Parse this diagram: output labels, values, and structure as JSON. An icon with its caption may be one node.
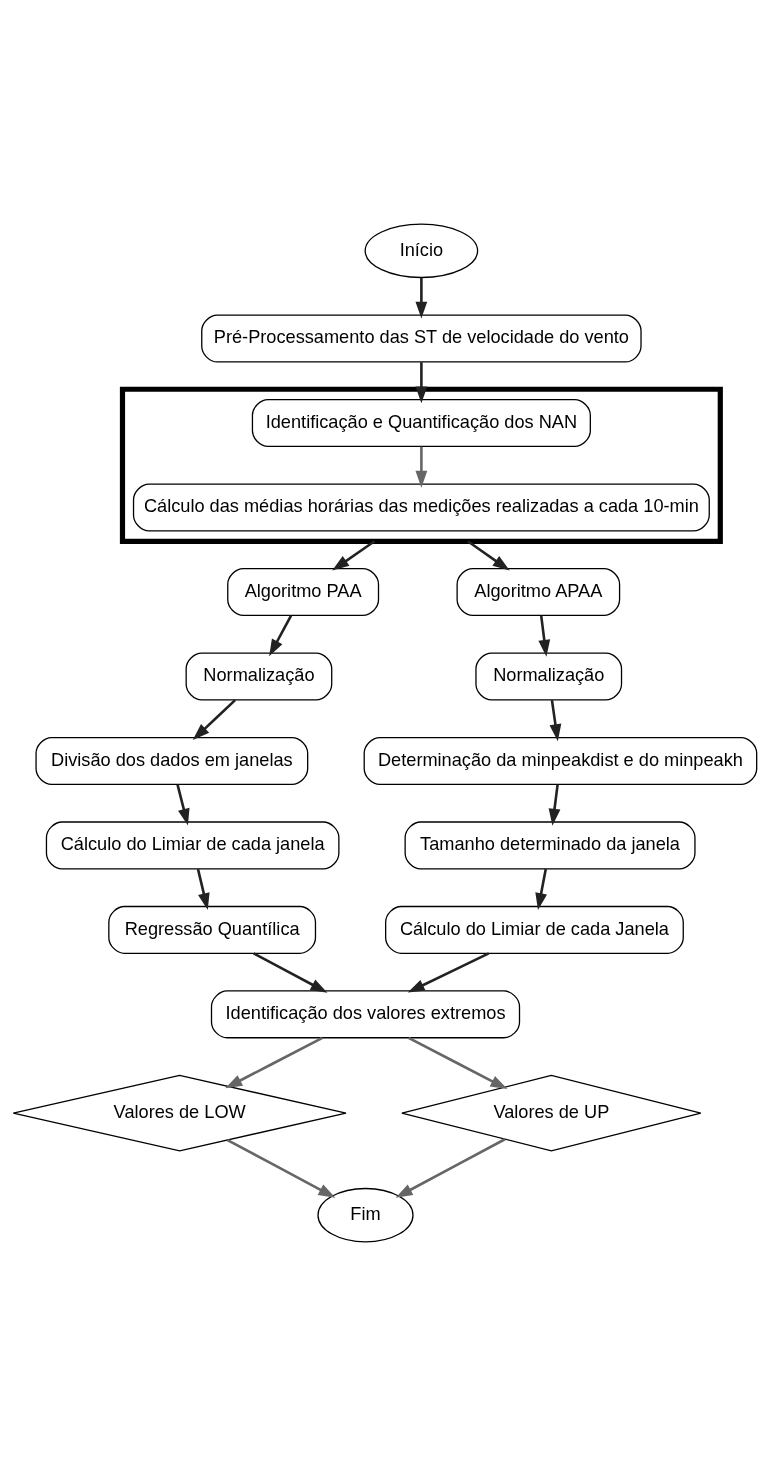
{
  "diagram": {
    "nodes": [
      {
        "text": [
          "Início"
        ]
      },
      {
        "text": [
          "Pré-Processamento das ST de velocidade do vento"
        ]
      },
      {
        "text": [],
        "shape": "box"
      },
      {
        "text": [
          "Identificação e Quantificação dos NAN"
        ],
        "in": 2
      },
      {
        "text": [
          "Cálculo das médias horárias das medições realizadas a cada 10-min"
        ],
        "in": 2
      },
      {
        "text": [
          "Algoritmo PAA"
        ]
      },
      {
        "text": [
          "Algoritmo APAA"
        ]
      },
      {
        "text": [
          "Normalização"
        ]
      },
      {
        "text": [
          "Normalização"
        ]
      },
      {
        "text": [
          "Divisão dos dados em janelas"
        ]
      },
      {
        "text": [
          "Determinação da minpeakdist e do minpeakh"
        ]
      },
      {
        "text": [
          "Cálculo do Limiar de cada janela"
        ]
      },
      {
        "text": [
          "Tamanho determinado da janela"
        ]
      },
      {
        "text": [
          "Regressão Quantílica"
        ]
      },
      {
        "text": [
          "Cálculo do Limiar de cada Janela"
        ]
      },
      {
        "text": [
          "Identificação dos valores extremos"
        ]
      },
      {
        "text": [
          "Valores de LOW"
        ]
      },
      {
        "text": [
          "Valores de UP"
        ]
      },
      {
        "text": [
          "Fim"
        ]
      }
    ],
    "edges": [
      {
        "from": 0,
        "to": 1,
        "arrow": "to"
      },
      {
        "from": 1,
        "to": 3,
        "arrow": "to"
      },
      {
        "from": 3,
        "to": 4,
        "arrow": "to",
        "color": "#666666"
      },
      {
        "from": 2,
        "to": 5,
        "arrow": "to"
      },
      {
        "from": 2,
        "to": 6,
        "arrow": "to"
      },
      {
        "from": 5,
        "to": 7,
        "arrow": "to"
      },
      {
        "from": 6,
        "to": 8,
        "arrow": "to"
      },
      {
        "from": 7,
        "to": 9,
        "arrow": "to"
      },
      {
        "from": 8,
        "to": 10,
        "arrow": "to"
      },
      {
        "from": 9,
        "to": 11,
        "arrow": "to"
      },
      {
        "from": 10,
        "to": 12,
        "arrow": "to"
      },
      {
        "from": 11,
        "to": 13,
        "arrow": "to"
      },
      {
        "from": 12,
        "to": 14,
        "arrow": "to"
      },
      {
        "from": 13,
        "to": 15,
        "arrow": "to"
      },
      {
        "from": 14,
        "to": 15,
        "arrow": "to"
      },
      {
        "from": 15,
        "to": 16,
        "arrow": "to",
        "color": "#666666"
      },
      {
        "from": 15,
        "to": 17,
        "arrow": "to",
        "color": "#666666"
      },
      {
        "from": 16,
        "to": 18,
        "arrow": "to",
        "color": "#666666"
      },
      {
        "from": 17,
        "to": 18,
        "arrow": "to",
        "color": "#666666"
      }
    ]
  }
}
